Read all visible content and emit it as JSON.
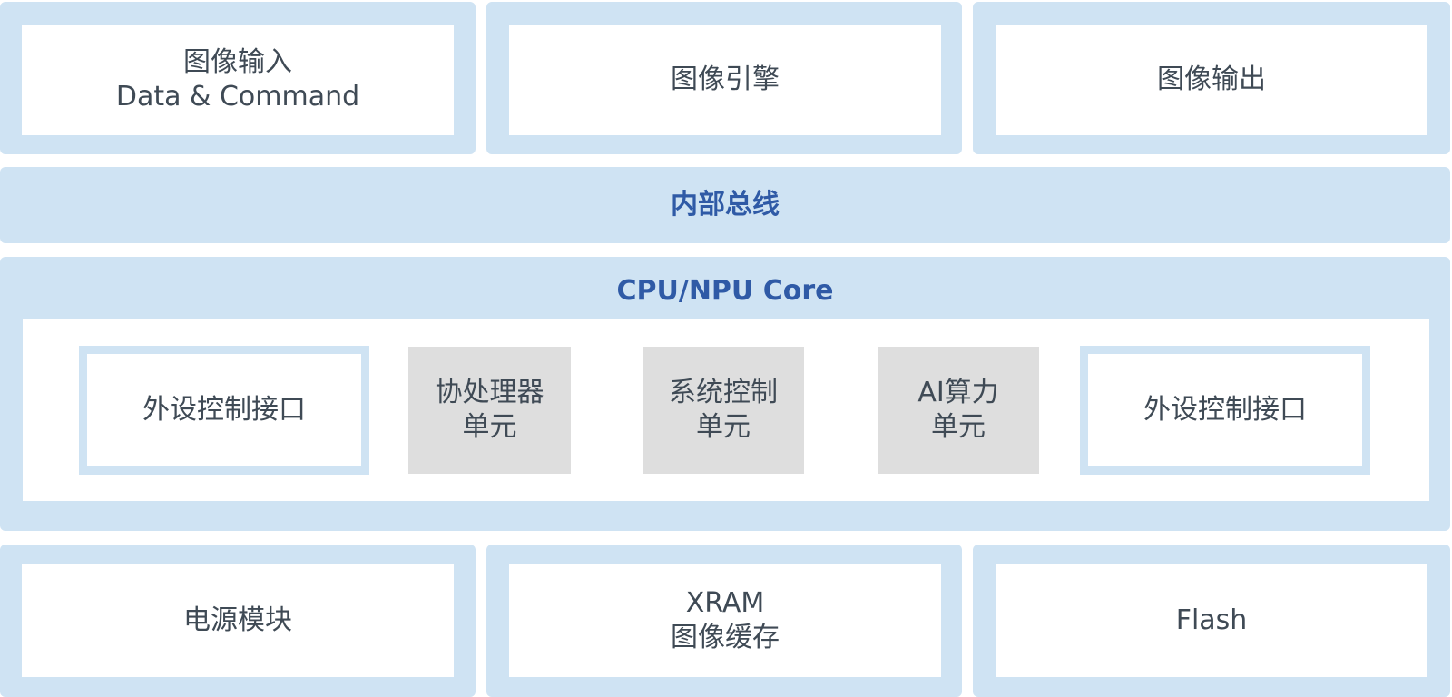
{
  "top_row": [
    {
      "line1": "图像输入",
      "line2": "Data & Command"
    },
    {
      "line1": "图像引擎"
    },
    {
      "line1": "图像输出"
    }
  ],
  "bus": {
    "label": "内部总线"
  },
  "core": {
    "title": "CPU/NPU Core",
    "units": [
      {
        "line1": "外设控制接口"
      },
      {
        "line1": "协处理器",
        "line2": "单元"
      },
      {
        "line1": "系统控制",
        "line2": "单元"
      },
      {
        "line1": "AI算力",
        "line2": "单元"
      },
      {
        "line1": "外设控制接口"
      }
    ]
  },
  "bottom_row": [
    {
      "line1": "电源模块"
    },
    {
      "line1": "XRAM",
      "line2": "图像缓存"
    },
    {
      "line1": "Flash"
    }
  ],
  "colors": {
    "band_blue": "#cfe3f3",
    "title_blue": "#2f5aa6",
    "text_grey": "#3f4a55",
    "unit_grey": "#dedede"
  }
}
